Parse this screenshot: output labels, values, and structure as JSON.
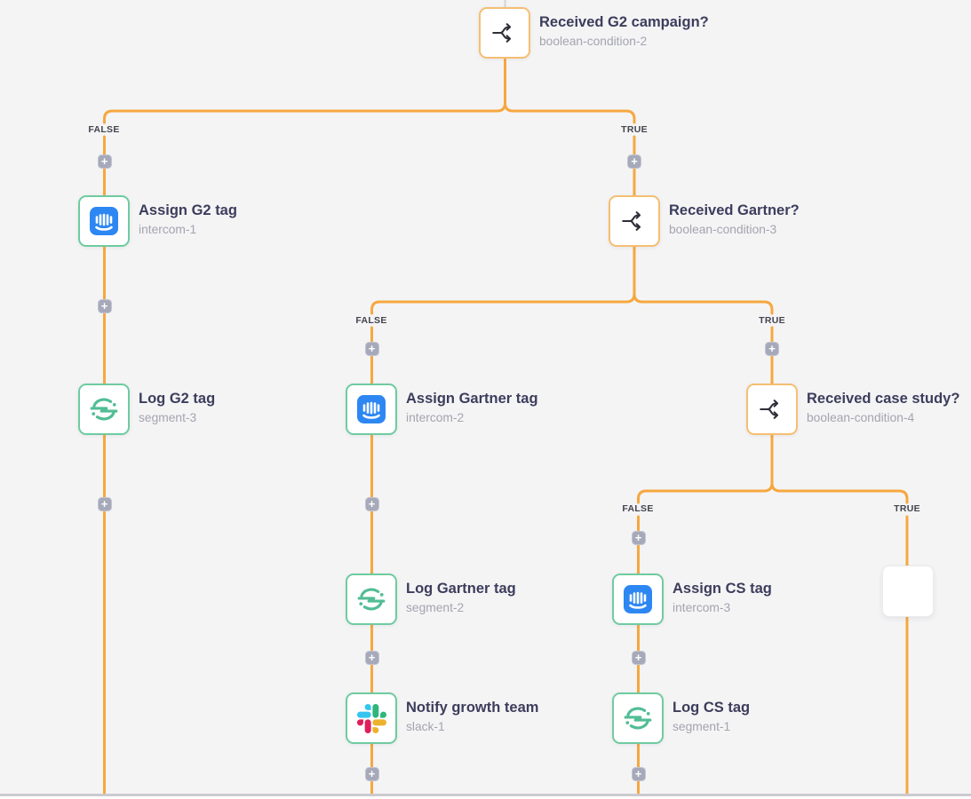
{
  "labels": {
    "false": "FALSE",
    "true": "TRUE"
  },
  "ui": {
    "plus": "+"
  },
  "colors": {
    "background": "#F4F4F5",
    "connector": "#F6A83F",
    "incoming_stub": "#D5D5DA",
    "boolean_node_border": "#F6BE72",
    "action_node_border": "#6FCBA0",
    "plus_button": "#A6A9BA",
    "title_text": "#3C3D5C",
    "subtitle_text": "#A4A4B0",
    "branch_label_text": "#43444D",
    "intercom_blue": "#2D87F3",
    "segment_green": "#52BD95",
    "slack_blue": "#36C5F0",
    "slack_green": "#2EB67D",
    "slack_red": "#E01E5A",
    "slack_yellow": "#ECB22E"
  },
  "nodes": [
    {
      "title": "Received G2 campaign?",
      "subtitle": "boolean-condition-2",
      "icon": "branch-icon"
    },
    {
      "title": "Assign G2 tag",
      "subtitle": "intercom-1",
      "icon": "intercom-icon"
    },
    {
      "title": "Received Gartner?",
      "subtitle": "boolean-condition-3",
      "icon": "branch-icon"
    },
    {
      "title": "Log G2 tag",
      "subtitle": "segment-3",
      "icon": "segment-icon"
    },
    {
      "title": "Assign Gartner tag",
      "subtitle": "intercom-2",
      "icon": "intercom-icon"
    },
    {
      "title": "Received case study?",
      "subtitle": "boolean-condition-4",
      "icon": "branch-icon"
    },
    {
      "title": "Log Gartner tag",
      "subtitle": "segment-2",
      "icon": "segment-icon"
    },
    {
      "title": "Assign CS tag",
      "subtitle": "intercom-3",
      "icon": "intercom-icon"
    },
    {
      "title": "Notify growth team",
      "subtitle": "slack-1",
      "icon": "slack-icon"
    },
    {
      "title": "Log CS tag",
      "subtitle": "segment-1",
      "icon": "segment-icon"
    }
  ]
}
